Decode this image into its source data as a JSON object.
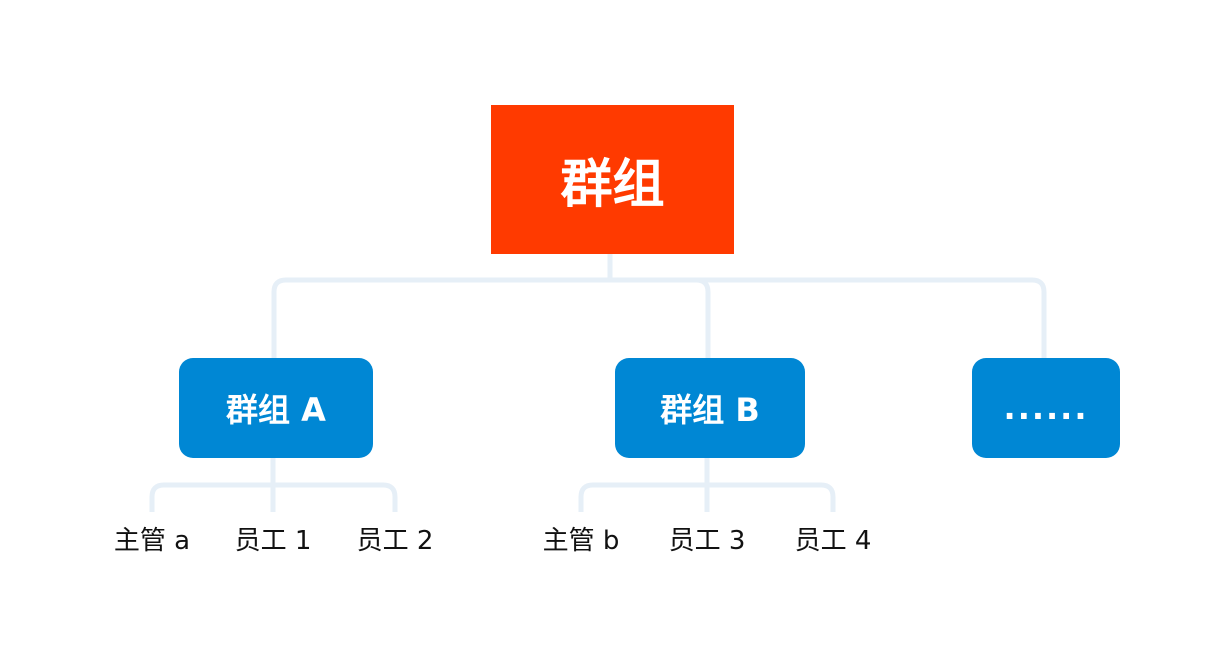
{
  "root": {
    "label": "群组",
    "color": "#ff3a00"
  },
  "groups": [
    {
      "label": "群组 A",
      "members": [
        "主管 a",
        "员工 1",
        "员工 2"
      ]
    },
    {
      "label": "群组 B",
      "members": [
        "主管 b",
        "员工 3",
        "员工 4"
      ]
    },
    {
      "label": "......",
      "members": []
    }
  ],
  "colors": {
    "group": "#0087d4",
    "connector": "#e6eff7",
    "text": "#111111"
  }
}
